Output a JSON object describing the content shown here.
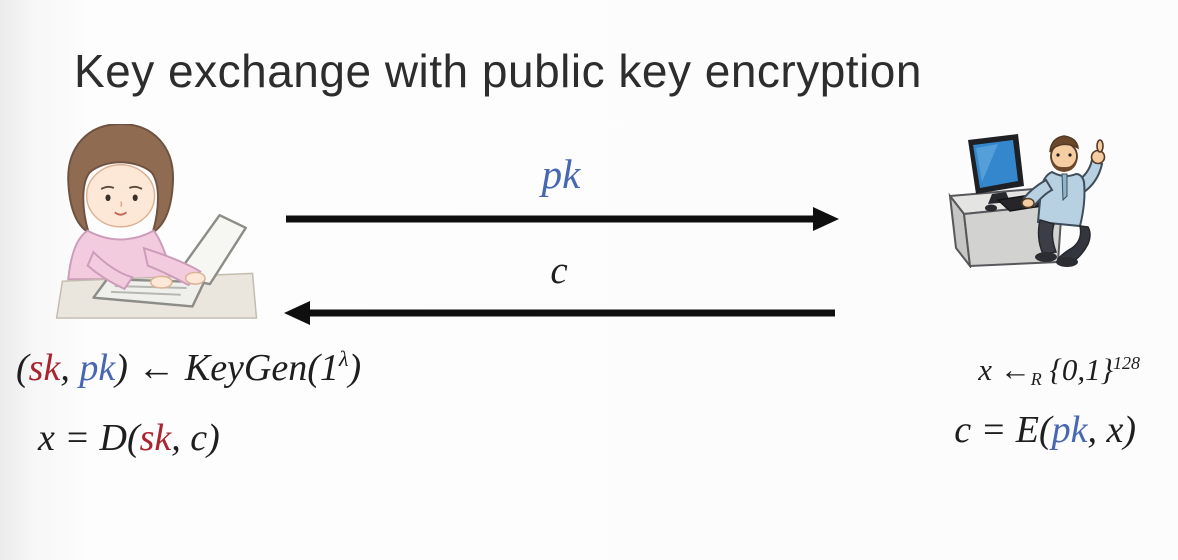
{
  "title": "Key exchange with public key encryption",
  "messages": {
    "pk_label": "pk",
    "c_label": "c"
  },
  "formulas": {
    "alice_keygen": {
      "lparen": "(",
      "sk": "sk",
      "comma": ", ",
      "pk": "pk",
      "mid": ") ← KeyGen(1",
      "lambda": "λ",
      "rparen": ")"
    },
    "alice_decrypt": {
      "prefix": "x = D(",
      "sk": "sk",
      "suffix": ", c)"
    },
    "bob_sample": {
      "prefix": "x ←",
      "sub_r": "R",
      "set": " {0,1}",
      "sup_exp": "128"
    },
    "bob_encrypt": {
      "prefix": "c =  E(",
      "pk": "pk",
      "suffix": ", x)"
    }
  },
  "figures": {
    "alice_alt": "woman typing on a laptop",
    "bob_alt": "man giving thumbs up next to a computer desk"
  },
  "colors": {
    "accent_blue": "#4767b2",
    "accent_red": "#a8242e",
    "ink": "#1e1e1e",
    "arrow_black": "#0f0f0f"
  }
}
